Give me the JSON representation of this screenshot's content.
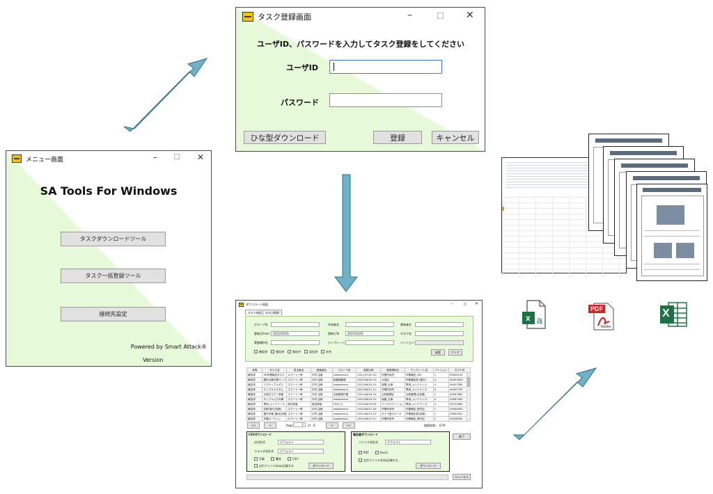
{
  "menu_window": {
    "title": "メニュー画面",
    "heading": "SA Tools For Windows",
    "buttons": [
      "タスクダウンロードツール",
      "タスク一括登録ツール",
      "接続先設定"
    ],
    "footer_powered": "Powered by Smart Attack®",
    "footer_version": "Version"
  },
  "task_window": {
    "title": "タスク登録画面",
    "instruction": "ユーザID、パスワードを入力してタスク登録をしてください",
    "user_id_label": "ユーザID",
    "password_label": "パスワード",
    "template_button": "ひな型ダウンロード",
    "register_button": "登録",
    "cancel_button": "キャンセル"
  },
  "download_window": {
    "title": "ダウンロード画面",
    "tabs": [
      "タスク検索",
      "タスク削除"
    ],
    "search": {
      "group_label": "グループ名",
      "creator_label": "作成者名",
      "updater_label": "更新者名",
      "date_from_label": "更新日From",
      "date_from_value": "2021/01/01",
      "date_to_label": "更新日To",
      "date_to_value": "2021/01/01",
      "task_label": "タスク名",
      "site_label": "実施場所名",
      "template_label": "テンプレート名",
      "version_label": "バージョン",
      "checks": [
        "確認済",
        "報告済",
        "報告中",
        "返信済",
        "未完"
      ],
      "search_button": "検索",
      "clear_button": "クリア"
    },
    "table": {
      "headers": [
        "状態",
        "タスク名",
        "担当者名",
        "実施者名",
        "グループ名",
        "実施日時",
        "実施場所名",
        "テンプレート名",
        "バージョン",
        "タスクID"
      ],
      "rows": [
        [
          "報告済",
          "HR作業報告タスク",
          "スマートー郎",
          "中村 由美",
          "inoakamura",
          "2021/07/02 10:",
          "作業所本所",
          "作業報告_HM",
          "1",
          "83000125"
        ],
        [
          "報告済",
          "屋外点検作業マップ",
          "スマートー郎",
          "中村 由美",
          "設備保管理",
          "2021/06/30 14:",
          "大田区",
          "作業報告書 (屋外)",
          "4",
          "84407828"
        ],
        [
          "報告済",
          "エクサイブルギス",
          "スマートー郎",
          "中村 由美",
          "inoakamura",
          "2021/06/29 15:",
          "保管_仕事",
          "専用_メンテナンス",
          "4",
          "84407389"
        ],
        [
          "報告済",
          "サンプルカスタム",
          "スマートー郎",
          "中村 由美",
          "inoakamura",
          "2021/06/21 11:",
          "作業所本所",
          "専用_メンテナンス",
          "4",
          "84407705"
        ],
        [
          "確認済",
          "点検タスク一時報",
          "スマートー郎",
          "中村 由美",
          "点検管理作業",
          "2021/06/18 16:",
          "点検管理区",
          "点検管理(大型機)",
          "1",
          "83987882"
        ],
        [
          "報告済",
          "サンプル入力の確",
          "スマートー郎",
          "中村 由美",
          "inoakamura",
          "2021/06/16 15:",
          "保管_仕事",
          "専用_メンテナンス",
          "4",
          "83987582"
        ],
        [
          "報告済",
          "専用_メンテナンス",
          "提出物者",
          "提出物者",
          "TEST_G",
          "2021/06/16 09:",
          "ワークステーション",
          "専用_メンテナンス",
          "4",
          "83730689"
        ],
        [
          "報告済",
          "定期 施行(定期)",
          "スマートー郎",
          "中村 由美",
          "inoakamura",
          "2021/06/15 16:",
          "作業所本所",
          "作業報告_受付記",
          "1",
          "83900950"
        ],
        [
          "報告済",
          "屋外作業_普段(定期)",
          "スマートー郎",
          "中村 由美",
          "inoakamura",
          "2021/06/13 13:",
          "ボイラ室スペース",
          "作業報告書(定期)",
          "1",
          "83603021"
        ],
        [
          "報告済",
          "作業ルーティン",
          "スマートー郎",
          "中村 由美",
          "inoakamura",
          "2021/06/10 11:",
          "作業所本所",
          "作業報告_受付記",
          "1",
          "83538182"
        ]
      ]
    },
    "pager": {
      "first": "<<",
      "prev": "<",
      "page_label": "Page",
      "page_value": "1",
      "of_label": "of",
      "total_pages": "6",
      "next": ">",
      "last": ">>",
      "result_label": "検索結果：",
      "result_value": "67件"
    },
    "csv_section": {
      "title": "CSVダウンロード",
      "format_label": "出力形式",
      "format_value": "デフォルト",
      "folder_label": "フォルダ名形式",
      "folder_value": "デフォルト",
      "checks": [
        "写真",
        "署名",
        "CSV"
      ],
      "zip_check": "出力ファイルをzip圧縮する",
      "button": "ダウンロード"
    },
    "report_section": {
      "title": "報告書ダウンロード",
      "format_label": "ファイル名形式",
      "format_value": "デフォルト",
      "checks": [
        "PDF",
        "Excel"
      ],
      "zip_check": "出力ファイルをzip圧縮する",
      "button": "ダウンロード"
    },
    "close_button": "終了",
    "cancel_button": "キャンセル"
  },
  "file_icons": {
    "pdf_label": "PDF",
    "adobe_label": "Adobe",
    "xls_letter": "x",
    "xls_sub": "a",
    "excel_letter": "X"
  },
  "colors": {
    "arrow": "#6fb2c7",
    "arrow_edge": "#2f6f86",
    "green_bg": "#e6f9d9",
    "icon_yellow": "#f2c500",
    "excel_green": "#1e7145",
    "pdf_red": "#d71f26"
  }
}
